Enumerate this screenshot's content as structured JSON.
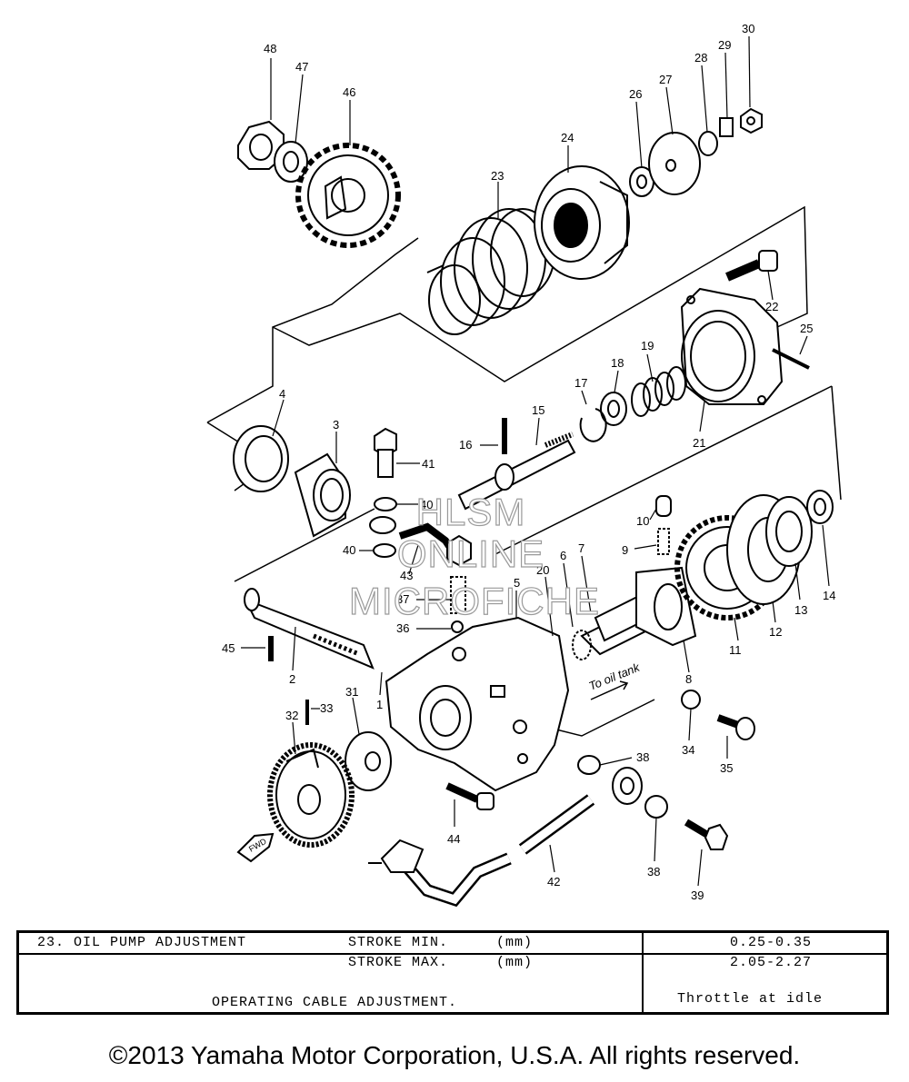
{
  "diagram": {
    "callouts": {
      "c1": "1",
      "c2": "2",
      "c3": "3",
      "c4": "4",
      "c5": "5",
      "c6": "6",
      "c7": "7",
      "c8": "8",
      "c9": "9",
      "c10": "10",
      "c11": "11",
      "c12": "12",
      "c13": "13",
      "c14": "14",
      "c15": "15",
      "c16": "16",
      "c17": "17",
      "c18": "18",
      "c19": "19",
      "c20": "20",
      "c21": "21",
      "c22": "22",
      "c23": "23",
      "c24": "24",
      "c25": "25",
      "c26": "26",
      "c27": "27",
      "c28": "28",
      "c29": "29",
      "c30": "30",
      "c31": "31",
      "c32": "32",
      "c33": "33",
      "c34": "34",
      "c35": "35",
      "c36": "36",
      "c37": "37",
      "c38a": "38",
      "c38b": "38",
      "c39": "39",
      "c40": "40",
      "c41": "41",
      "c42": "42",
      "c43": "43",
      "c44": "44",
      "c45": "45",
      "c46": "46",
      "c47": "47",
      "c48": "48",
      "c40b": "40"
    },
    "direction_note": "To oil tank",
    "fwd_marker": "FWD",
    "watermark": [
      "HLSM",
      "ONLINE",
      "MICROFICHE"
    ]
  },
  "spec_table": {
    "row1": {
      "item": "23. OIL PUMP ADJUSTMENT",
      "param": "STROKE MIN.",
      "unit": "(mm)",
      "value": "0.25-0.35"
    },
    "row2": {
      "param": "STROKE MAX.",
      "unit": "(mm)",
      "value": "2.05-2.27"
    },
    "row3": {
      "item": "OPERATING CABLE ADJUSTMENT.",
      "value": "Throttle at idle"
    }
  },
  "copyright": "©2013 Yamaha Motor Corporation, U.S.A. All rights reserved."
}
